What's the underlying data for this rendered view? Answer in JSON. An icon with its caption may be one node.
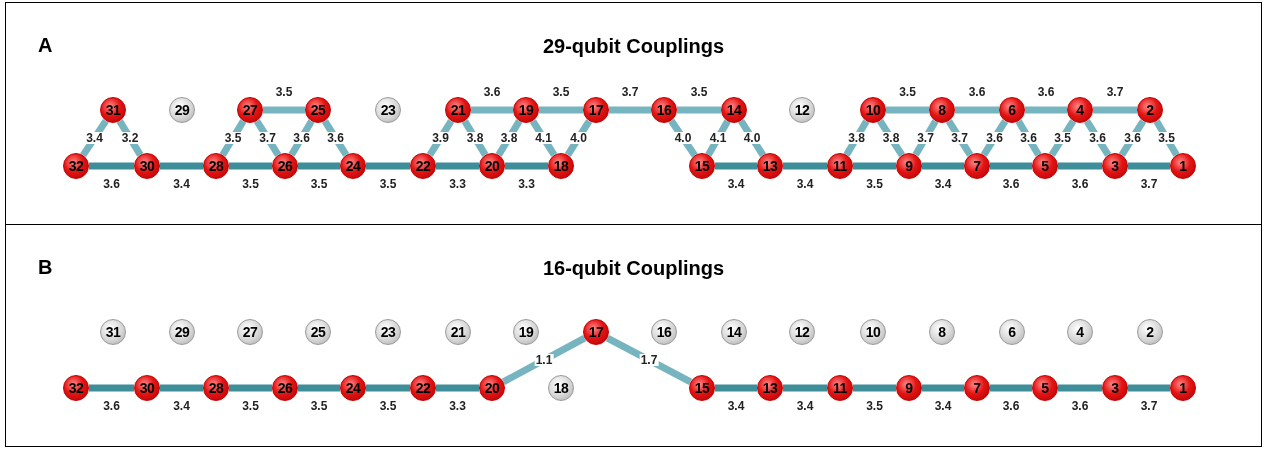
{
  "diagram": {
    "nodes": [
      {
        "text": [
          "A",
          "29-qubit Couplings"
        ]
      },
      {
        "text": [
          "32"
        ],
        "in": 0
      },
      {
        "text": [
          "31"
        ],
        "in": 0
      },
      {
        "text": [
          "30"
        ],
        "in": 0
      },
      {
        "text": [
          "29"
        ],
        "in": 0
      },
      {
        "text": [
          "28"
        ],
        "in": 0
      },
      {
        "text": [
          "27"
        ],
        "in": 0
      },
      {
        "text": [
          "26"
        ],
        "in": 0
      },
      {
        "text": [
          "25"
        ],
        "in": 0
      },
      {
        "text": [
          "24"
        ],
        "in": 0
      },
      {
        "text": [
          "23"
        ],
        "in": 0
      },
      {
        "text": [
          "22"
        ],
        "in": 0
      },
      {
        "text": [
          "21"
        ],
        "in": 0
      },
      {
        "text": [
          "20"
        ],
        "in": 0
      },
      {
        "text": [
          "19"
        ],
        "in": 0
      },
      {
        "text": [
          "18"
        ],
        "in": 0
      },
      {
        "text": [
          "17"
        ],
        "in": 0
      },
      {
        "text": [
          "16"
        ],
        "in": 0
      },
      {
        "text": [
          "15"
        ],
        "in": 0
      },
      {
        "text": [
          "14"
        ],
        "in": 0
      },
      {
        "text": [
          "13"
        ],
        "in": 0
      },
      {
        "text": [
          "12"
        ],
        "in": 0
      },
      {
        "text": [
          "11"
        ],
        "in": 0
      },
      {
        "text": [
          "10"
        ],
        "in": 0
      },
      {
        "text": [
          "9"
        ],
        "in": 0
      },
      {
        "text": [
          "8"
        ],
        "in": 0
      },
      {
        "text": [
          "7"
        ],
        "in": 0
      },
      {
        "text": [
          "6"
        ],
        "in": 0
      },
      {
        "text": [
          "5"
        ],
        "in": 0
      },
      {
        "text": [
          "4"
        ],
        "in": 0
      },
      {
        "text": [
          "3"
        ],
        "in": 0
      },
      {
        "text": [
          "2"
        ],
        "in": 0
      },
      {
        "text": [
          "1"
        ],
        "in": 0
      },
      {
        "text": [
          "B",
          "16-qubit Couplings"
        ]
      },
      {
        "text": [
          "32"
        ],
        "in": 33
      },
      {
        "text": [
          "31"
        ],
        "in": 33
      },
      {
        "text": [
          "30"
        ],
        "in": 33
      },
      {
        "text": [
          "29"
        ],
        "in": 33
      },
      {
        "text": [
          "28"
        ],
        "in": 33
      },
      {
        "text": [
          "27"
        ],
        "in": 33
      },
      {
        "text": [
          "26"
        ],
        "in": 33
      },
      {
        "text": [
          "25"
        ],
        "in": 33
      },
      {
        "text": [
          "24"
        ],
        "in": 33
      },
      {
        "text": [
          "23"
        ],
        "in": 33
      },
      {
        "text": [
          "22"
        ],
        "in": 33
      },
      {
        "text": [
          "21"
        ],
        "in": 33
      },
      {
        "text": [
          "20"
        ],
        "in": 33
      },
      {
        "text": [
          "19"
        ],
        "in": 33
      },
      {
        "text": [
          "18"
        ],
        "in": 33
      },
      {
        "text": [
          "17"
        ],
        "in": 33
      },
      {
        "text": [
          "16"
        ],
        "in": 33
      },
      {
        "text": [
          "15"
        ],
        "in": 33
      },
      {
        "text": [
          "14"
        ],
        "in": 33
      },
      {
        "text": [
          "13"
        ],
        "in": 33
      },
      {
        "text": [
          "12"
        ],
        "in": 33
      },
      {
        "text": [
          "11"
        ],
        "in": 33
      },
      {
        "text": [
          "10"
        ],
        "in": 33
      },
      {
        "text": [
          "9"
        ],
        "in": 33
      },
      {
        "text": [
          "8"
        ],
        "in": 33
      },
      {
        "text": [
          "7"
        ],
        "in": 33
      },
      {
        "text": [
          "6"
        ],
        "in": 33
      },
      {
        "text": [
          "5"
        ],
        "in": 33
      },
      {
        "text": [
          "4"
        ],
        "in": 33
      },
      {
        "text": [
          "3"
        ],
        "in": 33
      },
      {
        "text": [
          "2"
        ],
        "in": 33
      },
      {
        "text": [
          "1"
        ],
        "in": 33
      }
    ],
    "edges": [
      {
        "from": 1,
        "to": 2,
        "arrow": "none",
        "label": "3.4"
      },
      {
        "from": 2,
        "to": 3,
        "arrow": "none",
        "label": "3.2"
      },
      {
        "from": 1,
        "to": 3,
        "arrow": "none",
        "label": "3.6",
        "color": "#3d8e99"
      },
      {
        "from": 3,
        "to": 5,
        "arrow": "none",
        "label": "3.4",
        "color": "#3d8e99"
      },
      {
        "from": 5,
        "to": 6,
        "arrow": "none",
        "label": "3.5"
      },
      {
        "from": 6,
        "to": 7,
        "arrow": "none",
        "label": "3.7"
      },
      {
        "from": 6,
        "to": 8,
        "arrow": "none",
        "label": "3.5"
      },
      {
        "from": 7,
        "to": 8,
        "arrow": "none",
        "label": "3.6"
      },
      {
        "from": 5,
        "to": 7,
        "arrow": "none",
        "label": "3.5",
        "color": "#3d8e99"
      },
      {
        "from": 8,
        "to": 9,
        "arrow": "none",
        "label": "3.6"
      },
      {
        "from": 7,
        "to": 9,
        "arrow": "none",
        "label": "3.5",
        "color": "#3d8e99"
      },
      {
        "from": 9,
        "to": 11,
        "arrow": "none",
        "label": "3.5",
        "color": "#3d8e99"
      },
      {
        "from": 11,
        "to": 12,
        "arrow": "none",
        "label": "3.9"
      },
      {
        "from": 12,
        "to": 13,
        "arrow": "none",
        "label": "3.8"
      },
      {
        "from": 12,
        "to": 14,
        "arrow": "none",
        "label": "3.6"
      },
      {
        "from": 13,
        "to": 14,
        "arrow": "none",
        "label": "3.8"
      },
      {
        "from": 11,
        "to": 13,
        "arrow": "none",
        "label": "3.3",
        "color": "#3d8e99"
      },
      {
        "from": 14,
        "to": 15,
        "arrow": "none",
        "label": "4.1"
      },
      {
        "from": 14,
        "to": 16,
        "arrow": "none",
        "label": "3.5"
      },
      {
        "from": 15,
        "to": 16,
        "arrow": "none",
        "label": "4.0"
      },
      {
        "from": 13,
        "to": 15,
        "arrow": "none",
        "label": "3.3",
        "color": "#3d8e99"
      },
      {
        "from": 16,
        "to": 17,
        "arrow": "none",
        "label": "3.7"
      },
      {
        "from": 17,
        "to": 18,
        "arrow": "none",
        "label": "4.0"
      },
      {
        "from": 17,
        "to": 19,
        "arrow": "none",
        "label": "3.5"
      },
      {
        "from": 18,
        "to": 19,
        "arrow": "none",
        "label": "4.1"
      },
      {
        "from": 19,
        "to": 20,
        "arrow": "none",
        "label": "4.0"
      },
      {
        "from": 18,
        "to": 20,
        "arrow": "none",
        "label": "3.4",
        "color": "#3d8e99"
      },
      {
        "from": 20,
        "to": 22,
        "arrow": "none",
        "label": "3.4",
        "color": "#3d8e99"
      },
      {
        "from": 22,
        "to": 23,
        "arrow": "none",
        "label": "3.8"
      },
      {
        "from": 23,
        "to": 24,
        "arrow": "none",
        "label": "3.8"
      },
      {
        "from": 23,
        "to": 25,
        "arrow": "none",
        "label": "3.5"
      },
      {
        "from": 24,
        "to": 25,
        "arrow": "none",
        "label": "3.7"
      },
      {
        "from": 22,
        "to": 24,
        "arrow": "none",
        "label": "3.5",
        "color": "#3d8e99"
      },
      {
        "from": 25,
        "to": 26,
        "arrow": "none",
        "label": "3.7"
      },
      {
        "from": 25,
        "to": 27,
        "arrow": "none",
        "label": "3.6"
      },
      {
        "from": 26,
        "to": 27,
        "arrow": "none",
        "label": "3.6"
      },
      {
        "from": 24,
        "to": 26,
        "arrow": "none",
        "label": "3.4",
        "color": "#3d8e99"
      },
      {
        "from": 27,
        "to": 28,
        "arrow": "none",
        "label": "3.6"
      },
      {
        "from": 27,
        "to": 29,
        "arrow": "none",
        "label": "3.6"
      },
      {
        "from": 28,
        "to": 29,
        "arrow": "none",
        "label": "3.5"
      },
      {
        "from": 26,
        "to": 28,
        "arrow": "none",
        "label": "3.6",
        "color": "#3d8e99"
      },
      {
        "from": 29,
        "to": 30,
        "arrow": "none",
        "label": "3.6"
      },
      {
        "from": 29,
        "to": 31,
        "arrow": "none",
        "label": "3.7"
      },
      {
        "from": 30,
        "to": 31,
        "arrow": "none",
        "label": "3.6"
      },
      {
        "from": 28,
        "to": 30,
        "arrow": "none",
        "label": "3.6",
        "color": "#3d8e99"
      },
      {
        "from": 31,
        "to": 32,
        "arrow": "none",
        "label": "3.5"
      },
      {
        "from": 30,
        "to": 32,
        "arrow": "none",
        "label": "3.7",
        "color": "#3d8e99"
      },
      {
        "from": 34,
        "to": 36,
        "arrow": "none",
        "label": "3.6",
        "color": "#3d8e99"
      },
      {
        "from": 36,
        "to": 38,
        "arrow": "none",
        "label": "3.4",
        "color": "#3d8e99"
      },
      {
        "from": 38,
        "to": 40,
        "arrow": "none",
        "label": "3.5",
        "color": "#3d8e99"
      },
      {
        "from": 40,
        "to": 42,
        "arrow": "none",
        "label": "3.5",
        "color": "#3d8e99"
      },
      {
        "from": 42,
        "to": 44,
        "arrow": "none",
        "label": "3.5",
        "color": "#3d8e99"
      },
      {
        "from": 44,
        "to": 46,
        "arrow": "none",
        "label": "3.3",
        "color": "#3d8e99"
      },
      {
        "from": 46,
        "to": 49,
        "arrow": "none",
        "label": "1.1"
      },
      {
        "from": 49,
        "to": 51,
        "arrow": "none",
        "label": "1.7"
      },
      {
        "from": 51,
        "to": 53,
        "arrow": "none",
        "label": "3.4",
        "color": "#3d8e99"
      },
      {
        "from": 53,
        "to": 55,
        "arrow": "none",
        "label": "3.4",
        "color": "#3d8e99"
      },
      {
        "from": 55,
        "to": 57,
        "arrow": "none",
        "label": "3.5",
        "color": "#3d8e99"
      },
      {
        "from": 57,
        "to": 59,
        "arrow": "none",
        "label": "3.4",
        "color": "#3d8e99"
      },
      {
        "from": 59,
        "to": 61,
        "arrow": "none",
        "label": "3.6",
        "color": "#3d8e99"
      },
      {
        "from": 61,
        "to": 63,
        "arrow": "none",
        "label": "3.6",
        "color": "#3d8e99"
      },
      {
        "from": 63,
        "to": 65,
        "arrow": "none",
        "label": "3.7",
        "color": "#3d8e99"
      }
    ]
  }
}
